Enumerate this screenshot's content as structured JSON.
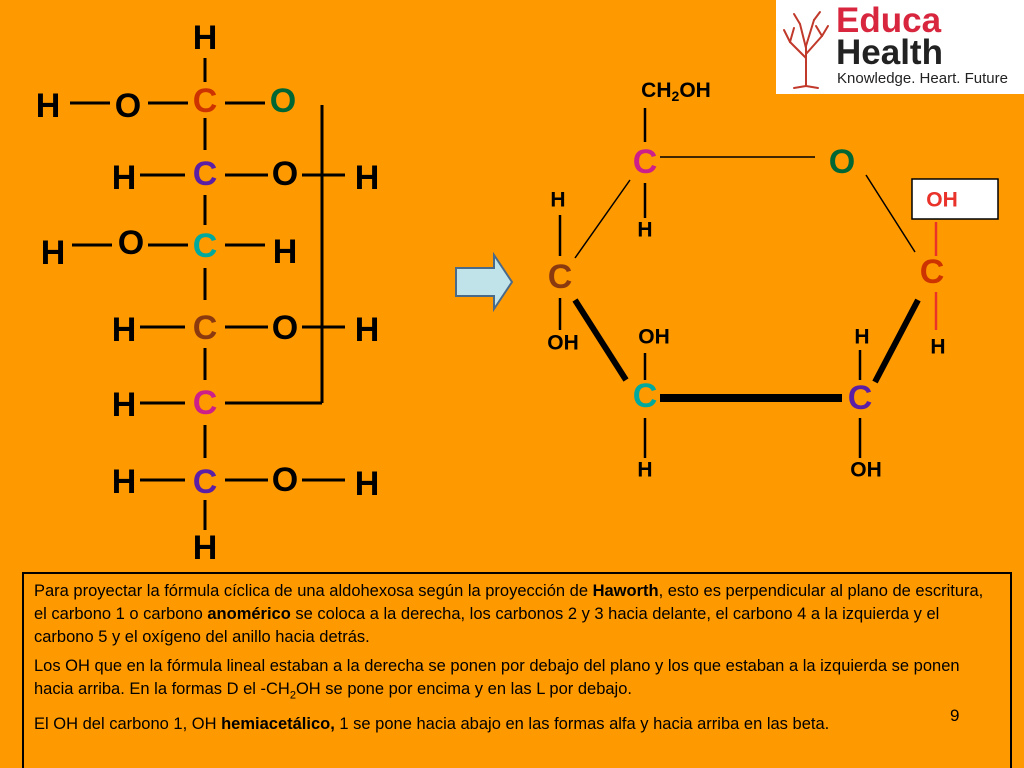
{
  "linear": {
    "c1": "C",
    "c1_o": "O",
    "c1_oh_h": "H",
    "c1_oh_o": "O",
    "top_h": "H",
    "c2": "C",
    "c2_h": "H",
    "c2_o": "O",
    "c2_oh_h": "H",
    "c3": "C",
    "c3_o": "O",
    "c3_oh_h": "H",
    "c3_h": "H",
    "c4": "C",
    "c4_h": "H",
    "c4_o": "O",
    "c4_oh_h": "H",
    "c5": "C",
    "c5_h": "H",
    "c6": "C",
    "c6_h": "H",
    "c6_o": "O",
    "c6_oh_h": "H",
    "bottom_h": "H"
  },
  "ring": {
    "ch2oh": "CH",
    "ch2oh_sub": "2",
    "ch2oh_tail": "OH",
    "c5": "C",
    "o_ring": "O",
    "c5_h": "H",
    "c4": "C",
    "c4_h": "H",
    "c4_oh": "OH",
    "c1": "C",
    "c1_oh": "OH",
    "c1_h": "H",
    "c3": "C",
    "c3_oh": "OH",
    "c3_h": "H",
    "c2": "C",
    "c2_h": "H",
    "c2_oh": "OH"
  },
  "colors": {
    "background": "#FF9900",
    "c1": "#CC3300",
    "c2": "#5B1FA6",
    "c3": "#00A99D",
    "c4": "#8B3A10",
    "c5": "#CC1F8A",
    "c6": "#5B1FA6",
    "ring_o": "#006633",
    "oh_highlight": "#CC3300"
  },
  "logo": {
    "brand_top": "Educa",
    "brand_bottom": "Health",
    "tagline": "Knowledge. Heart. Future"
  },
  "text": {
    "p1_a": "Para proyectar la fórmula cíclica de una aldohexosa según la proyección de ",
    "p1_b": "Haworth",
    "p1_c": ", esto es perpendicular al plano de escritura,  el carbono 1 o carbono ",
    "p1_d": "anomérico",
    "p1_e": " se coloca a la derecha, los carbonos 2 y 3 hacia delante, el carbono 4 a la izquierda y el carbono 5 y el oxígeno del anillo hacia detrás.",
    "p2_a": " Los OH que en la fórmula lineal estaban a la derecha se ponen por debajo del plano y los que estaban a la izquierda se ponen hacia arriba. En la formas D el -CH",
    "p2_sub": "2",
    "p2_b": "OH se pone por encima y en las L por debajo.",
    "p3_a": "El OH del carbono 1, OH ",
    "p3_b": "hemiacetálico,",
    "p3_c": " 1 se pone hacia abajo en las formas alfa y hacia arriba en las beta."
  },
  "page_number": "9"
}
